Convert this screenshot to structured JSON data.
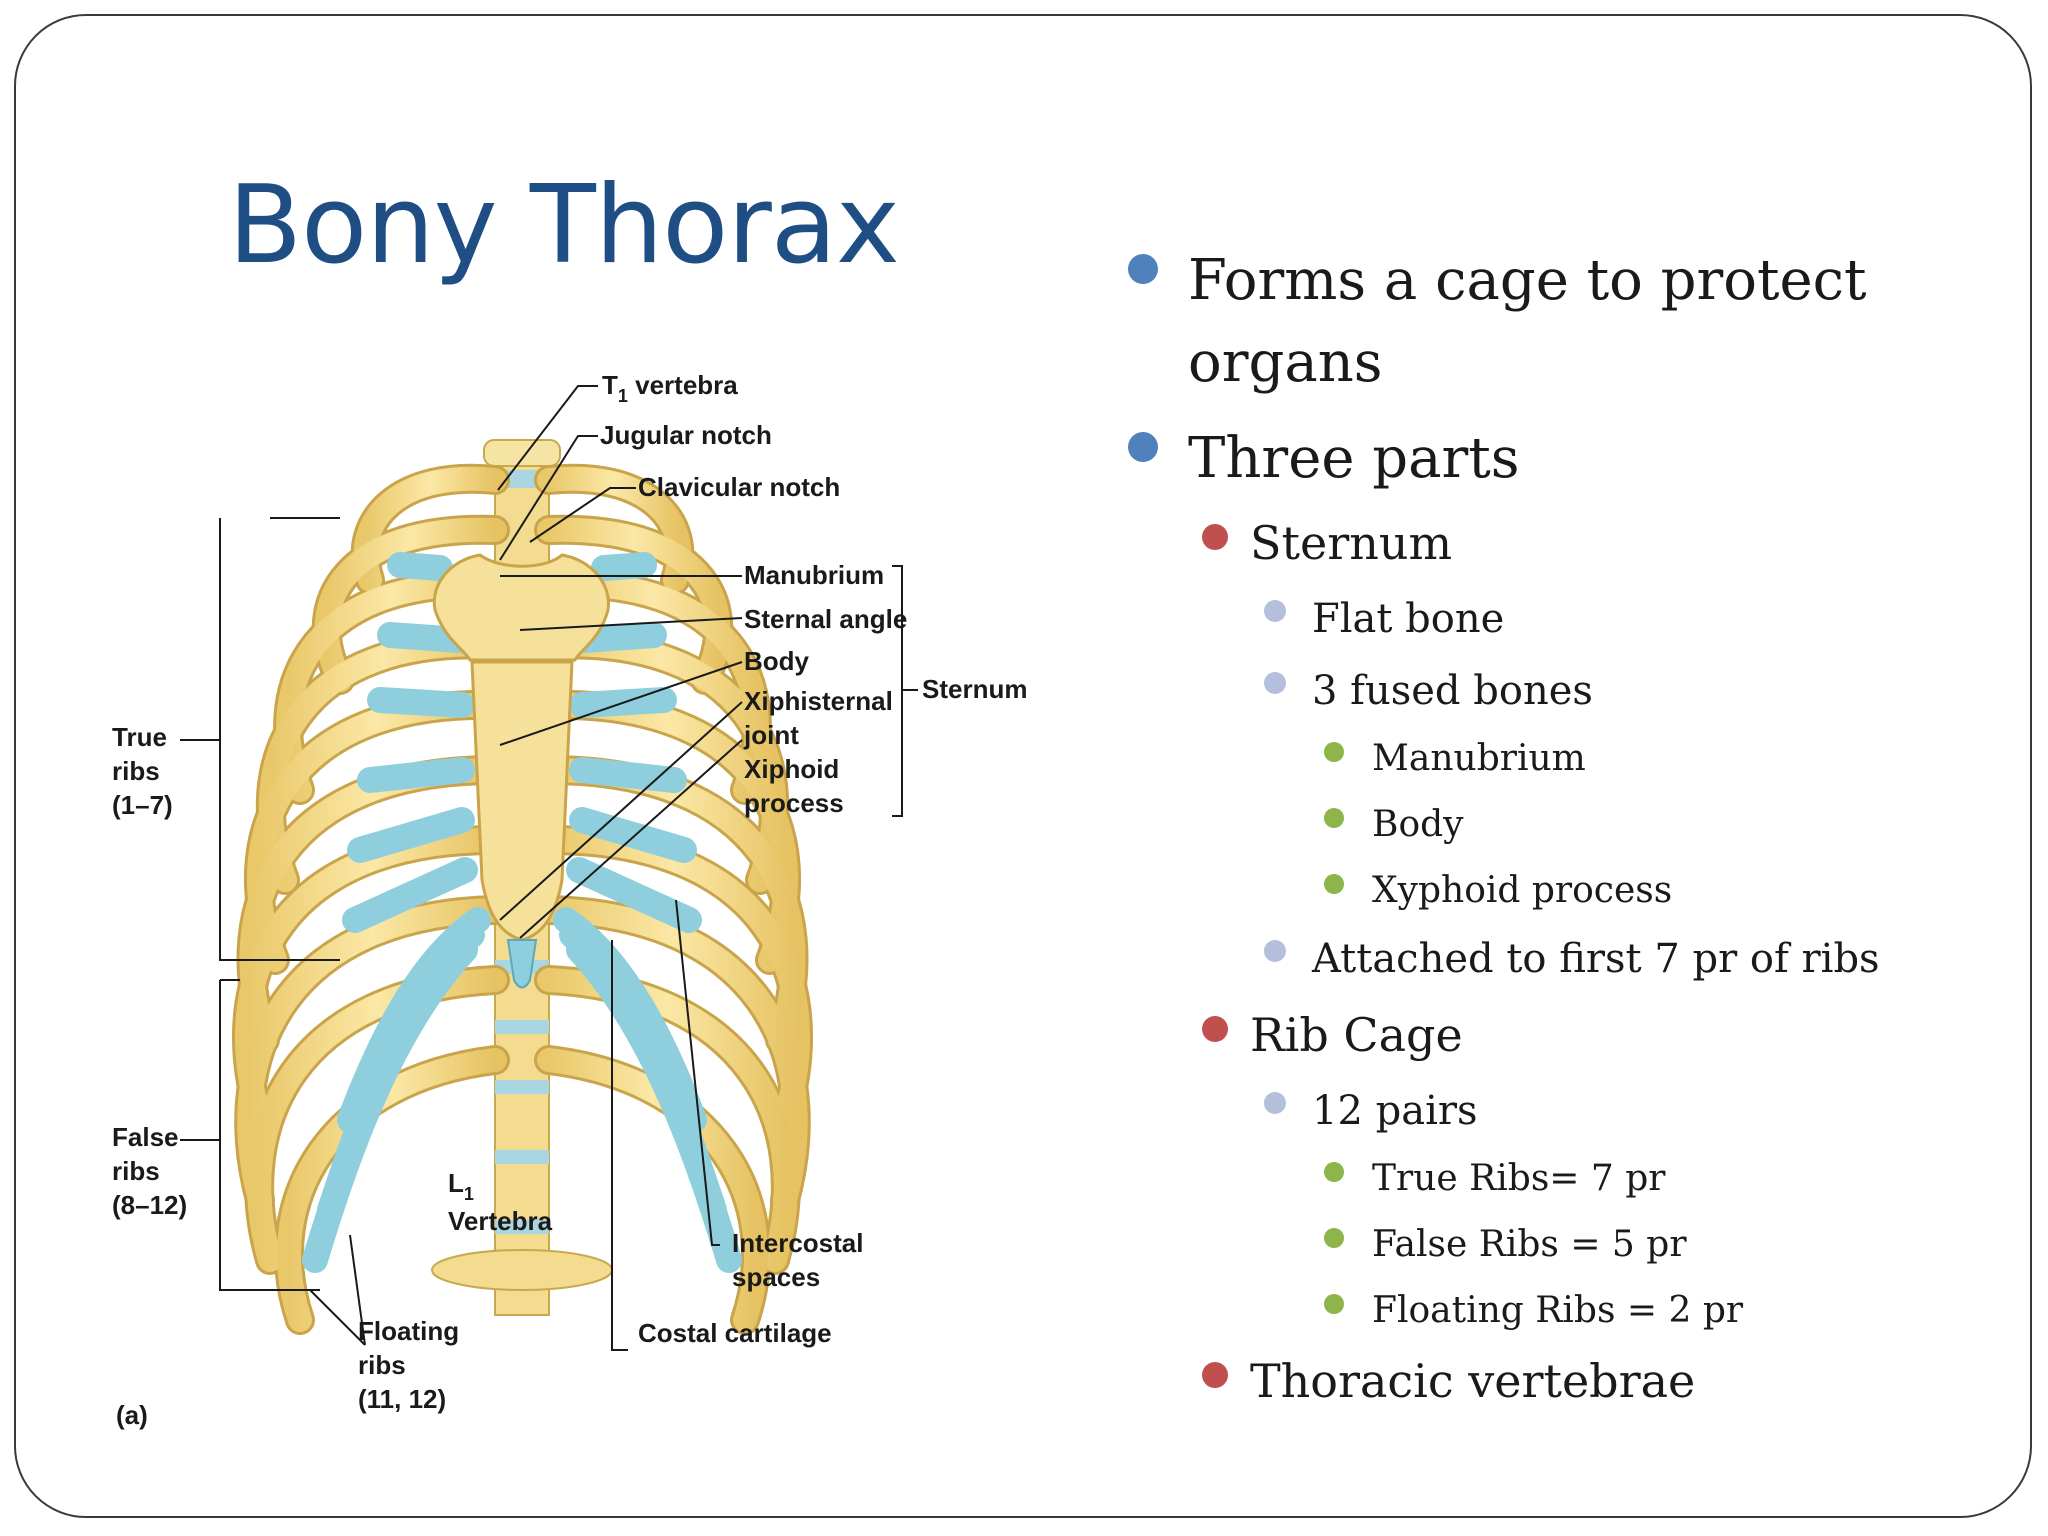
{
  "slide": {
    "title": "Bony Thorax",
    "colors": {
      "title": "#1f4e85",
      "level1_bullet": "#4f81bd",
      "level2_bullet": "#c0504d",
      "level3_bullet": "#b4bfdc",
      "level4_bullet": "#8db54a"
    }
  },
  "figure": {
    "labels": {
      "t1_vertebra": "T",
      "t1_sub": "1",
      "t1_vertebra_word": " vertebra",
      "jugular_notch": "Jugular notch",
      "clavicular_notch": "Clavicular notch",
      "manubrium": "Manubrium",
      "sternal_angle": "Sternal angle",
      "body": "Body",
      "xiphisternal_1": "Xiphisternal",
      "xiphisternal_2": "joint",
      "xiphoid_1": "Xiphoid",
      "xiphoid_2": "process",
      "sternum": "Sternum",
      "true_ribs_1": "True",
      "true_ribs_2": "ribs",
      "true_ribs_3": "(1–7)",
      "false_ribs_1": "False",
      "false_ribs_2": "ribs",
      "false_ribs_3": "(8–12)",
      "l1_letter": "L",
      "l1_sub": "1",
      "l1_vertebra": "Vertebra",
      "intercostal_1": "Intercostal",
      "intercostal_2": "spaces",
      "costal_cartilage": "Costal cartilage",
      "floating_1": "Floating",
      "floating_2": "ribs",
      "floating_3": "(11, 12)",
      "panel": "(a)"
    }
  },
  "bullets": [
    {
      "level": 1,
      "text": "Forms a cage to protect"
    },
    {
      "level": 1,
      "text": "organs",
      "continuation": true
    },
    {
      "level": 1,
      "text": "Three parts"
    },
    {
      "level": 2,
      "text": "Sternum"
    },
    {
      "level": 3,
      "text": "Flat bone"
    },
    {
      "level": 3,
      "text": "3 fused bones"
    },
    {
      "level": 4,
      "text": "Manubrium"
    },
    {
      "level": 4,
      "text": "Body"
    },
    {
      "level": 4,
      "text": "Xyphoid process"
    },
    {
      "level": 3,
      "text": "Attached to first 7 pr of ribs"
    },
    {
      "level": 2,
      "text": "Rib Cage"
    },
    {
      "level": 3,
      "text": "12 pairs"
    },
    {
      "level": 4,
      "text": "True Ribs= 7 pr"
    },
    {
      "level": 4,
      "text": "False Ribs = 5 pr"
    },
    {
      "level": 4,
      "text": "Floating Ribs = 2 pr"
    },
    {
      "level": 2,
      "text": "Thoracic vertebrae"
    }
  ]
}
